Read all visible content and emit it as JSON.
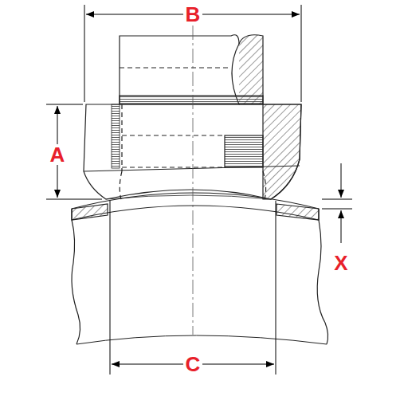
{
  "diagram": {
    "labels": [
      "B",
      "A",
      "X",
      "C"
    ]
  }
}
